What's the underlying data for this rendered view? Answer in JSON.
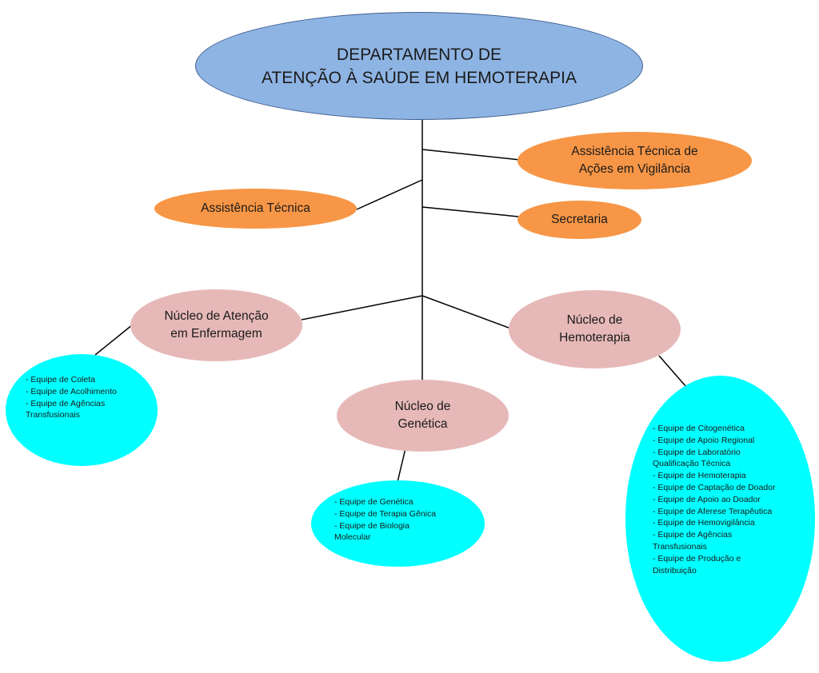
{
  "colors": {
    "department": "#8eb4e3",
    "assistance": "#f79646",
    "nucleus": "#e6b9b8",
    "teams": "#00ffff",
    "connector": "#000000"
  },
  "department": {
    "line1": "DEPARTAMENTO DE",
    "line2": "ATENÇÃO À SAÚDE EM HEMOTERAPIA"
  },
  "assistance": {
    "vigilancia": {
      "line1": "Assistência Técnica de",
      "line2": "Ações em Vigilância"
    },
    "tecnica": {
      "label": "Assistência Técnica"
    },
    "secretaria": {
      "label": "Secretaria"
    }
  },
  "nuclei": {
    "enfermagem": {
      "line1": "Núcleo de Atenção",
      "line2": "em Enfermagem"
    },
    "genetica": {
      "line1": "Núcleo de",
      "line2": "Genética"
    },
    "hemoterapia": {
      "line1": "Núcleo de",
      "line2": "Hemoterapia"
    }
  },
  "teams": {
    "enfermagem": [
      "- Equipe de Coleta",
      "- Equipe de Acolhimento",
      "- Equipe de Agências",
      "Transfusionais"
    ],
    "genetica": [
      "- Equipe de Genética",
      "- Equipe de Terapia Gênica",
      "- Equipe de Biologia",
      "Molecular"
    ],
    "hemoterapia": [
      "- Equipe de Citogenética",
      "- Equipe de Apoio Regional",
      "- Equipe de Laboratório",
      "Qualificação Técnica",
      "- Equipe de Hemoterapia",
      "- Equipe de Captação de Doador",
      "- Equipe de Apoio ao Doador",
      "- Equipe de Aferese Terapêutica",
      "- Equipe de Hemovigilância",
      "- Equipe de Agências",
      "Transfusionais",
      "- Equipe de Produção e",
      "Distribuição"
    ]
  }
}
